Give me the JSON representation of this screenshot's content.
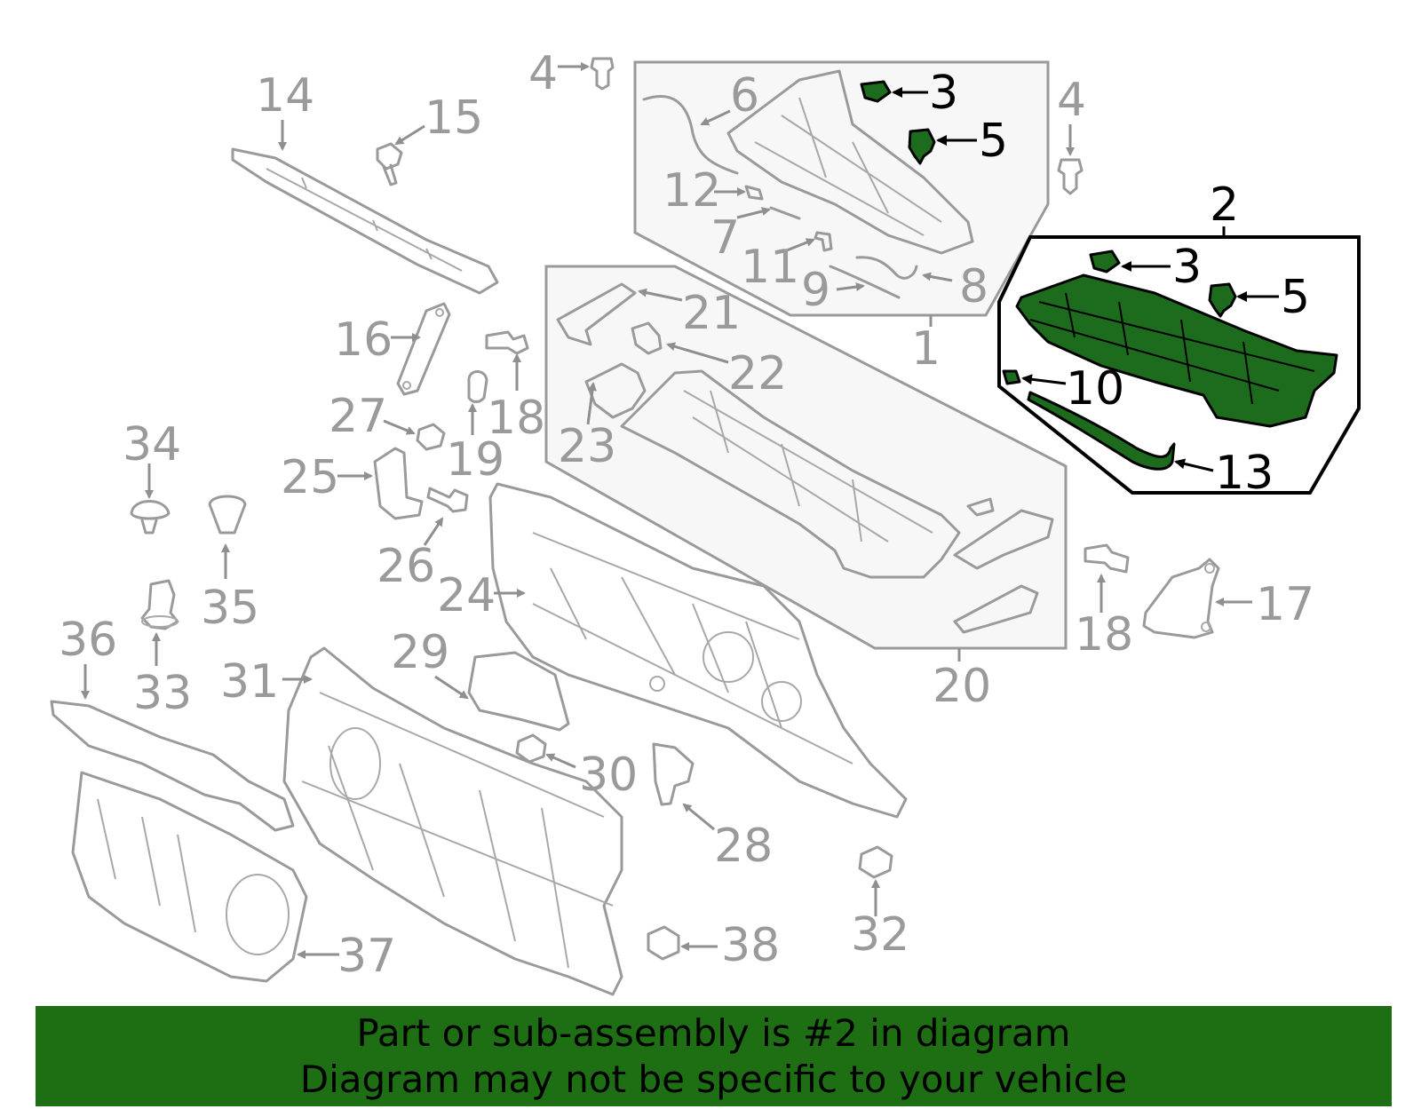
{
  "diagram": {
    "callouts": [
      "1",
      "2",
      "3",
      "3",
      "4",
      "4",
      "5",
      "5",
      "6",
      "7",
      "8",
      "9",
      "10",
      "11",
      "12",
      "13",
      "14",
      "15",
      "16",
      "17",
      "18",
      "18",
      "19",
      "20",
      "21",
      "22",
      "23",
      "24",
      "25",
      "26",
      "27",
      "28",
      "29",
      "30",
      "31",
      "32",
      "33",
      "34",
      "35",
      "36",
      "37",
      "38"
    ],
    "highlighted_part": "2",
    "highlight_color": "#1e6e14"
  },
  "banner": {
    "line1": "Part or sub-assembly is #2 in diagram",
    "line2": "Diagram may not be specific to your vehicle",
    "background": "#1e6e14"
  }
}
